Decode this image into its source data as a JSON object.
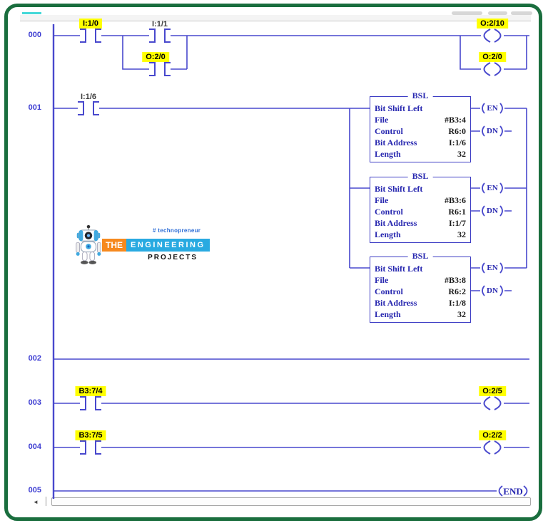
{
  "colors": {
    "wire_blue": "#4848cd",
    "highlight_yellow": "#ffff00",
    "frame_green": "#1a6e3e",
    "instruction_navy": "#2828b0",
    "rung_number_blue": "#3d3dd2",
    "logo_orange": "#f6891e",
    "logo_blue": "#29aae1"
  },
  "rungs": {
    "r000": {
      "number": "000",
      "contact1_label": "I:1/0",
      "contact2_label": "I:1/1",
      "branch_contact_label": "O:2/0",
      "main_coil_label": "O:2/10",
      "branch_coil_label": "O:2/0"
    },
    "r001": {
      "number": "001",
      "contact_label": "I:1/6"
    },
    "r002": {
      "number": "002"
    },
    "r003": {
      "number": "003",
      "contact_label": "B3:7/4",
      "coil_label": "O:2/5"
    },
    "r004": {
      "number": "004",
      "contact_label": "B3:7/5",
      "coil_label": "O:2/2"
    },
    "r005": {
      "number": "005",
      "end_label": "END"
    }
  },
  "bsl": [
    {
      "title": "BSL",
      "subtitle": "Bit Shift Left",
      "rows": [
        {
          "label": "File",
          "value": "#B3:4"
        },
        {
          "label": "Control",
          "value": "R6:0"
        },
        {
          "label": "Bit Address",
          "value": "I:1/6"
        },
        {
          "label": "Length",
          "value": "32"
        }
      ],
      "en_label": "EN",
      "dn_label": "DN"
    },
    {
      "title": "BSL",
      "subtitle": "Bit Shift Left",
      "rows": [
        {
          "label": "File",
          "value": "#B3:6"
        },
        {
          "label": "Control",
          "value": "R6:1"
        },
        {
          "label": "Bit Address",
          "value": "I:1/7"
        },
        {
          "label": "Length",
          "value": "32"
        }
      ],
      "en_label": "EN",
      "dn_label": "DN"
    },
    {
      "title": "BSL",
      "subtitle": "Bit Shift Left",
      "rows": [
        {
          "label": "File",
          "value": "#B3:8"
        },
        {
          "label": "Control",
          "value": "R6:2"
        },
        {
          "label": "Bit Address",
          "value": "I:1/8"
        },
        {
          "label": "Length",
          "value": "32"
        }
      ],
      "en_label": "EN",
      "dn_label": "DN"
    }
  ],
  "logo": {
    "hashtag": "# technopreneur",
    "the": "THE",
    "engineering": "ENGINEERING",
    "projects": "PROJECTS"
  }
}
